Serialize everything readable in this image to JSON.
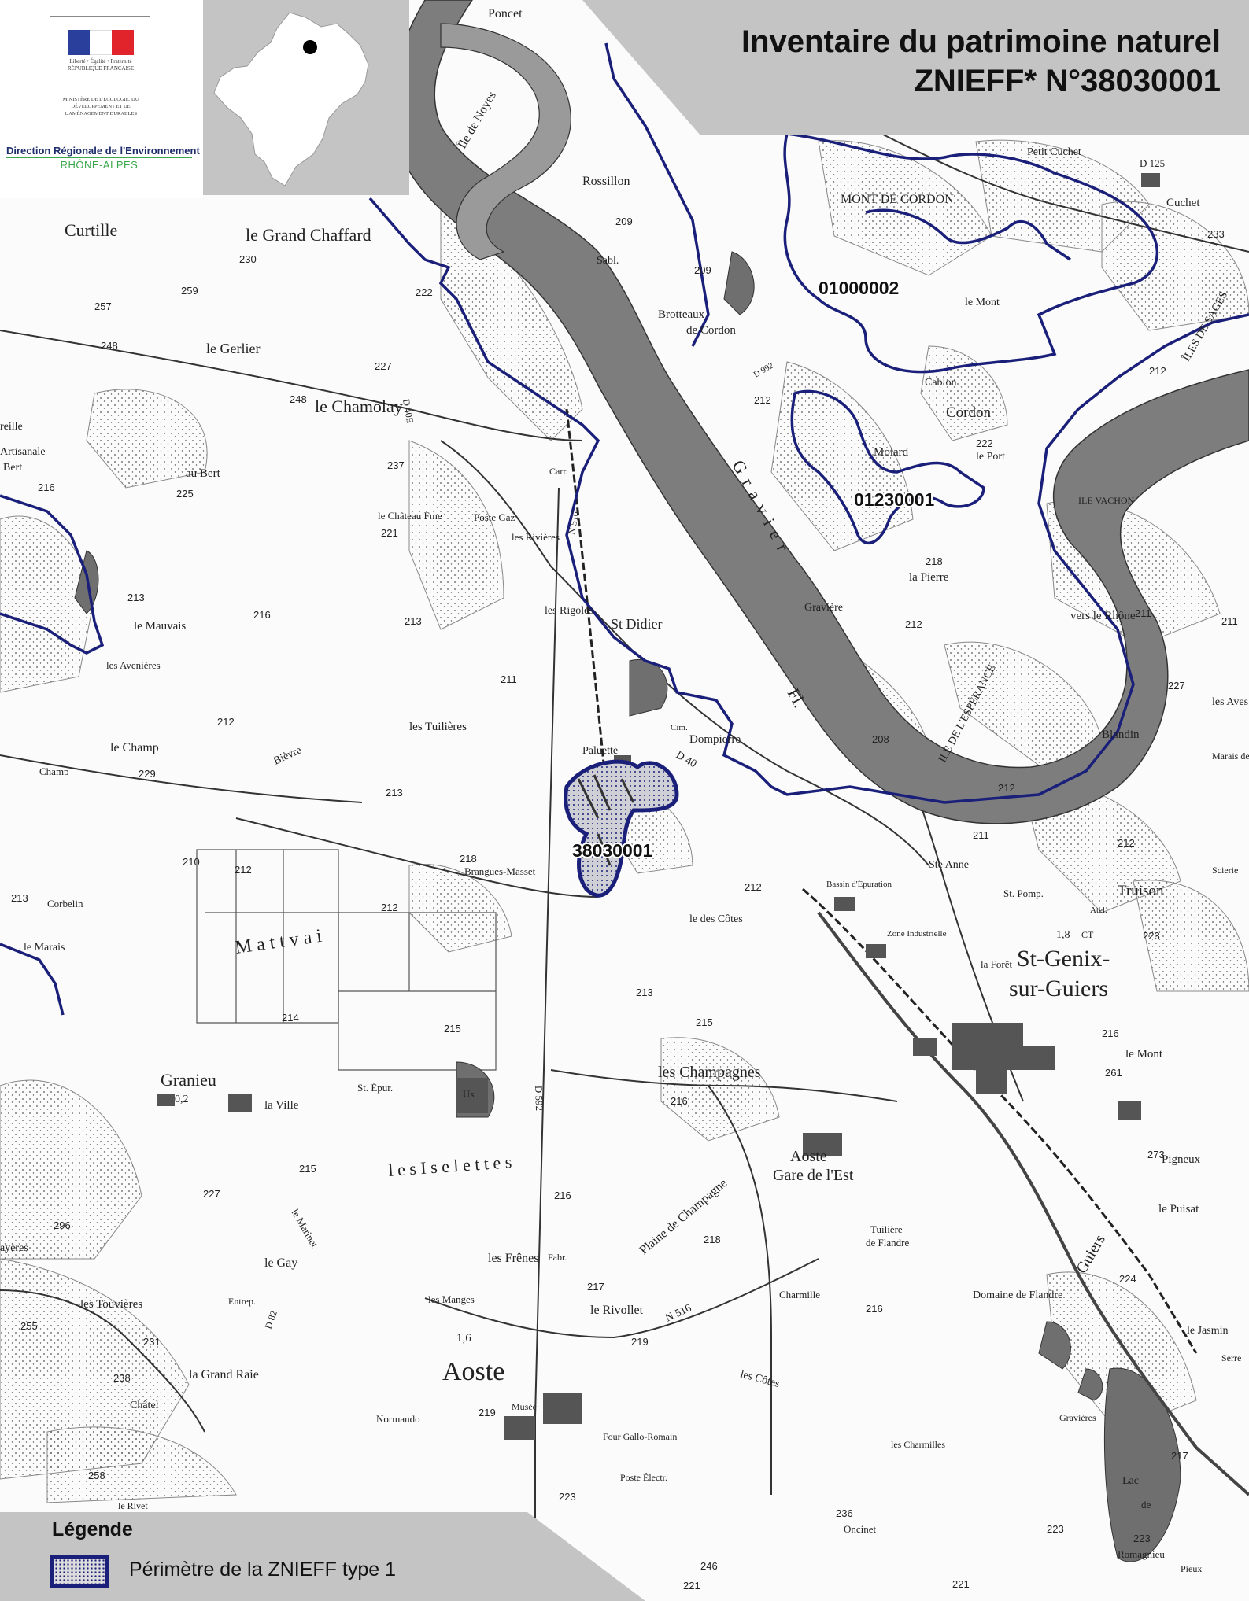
{
  "header": {
    "title_line1": "Inventaire du patrimoine naturel",
    "title_line2": "ZNIEFF*  N°38030001"
  },
  "logo": {
    "motto": "Liberté • Égalité • Fraternité",
    "republic": "RÉPUBLIQUE FRANÇAISE",
    "ministry": "MINISTÈRE DE L'ÉCOLOGIE, DU DÉVELOPPEMENT ET DE L'AMÉNAGEMENT DURABLES",
    "direction": "Direction Régionale de l'Environnement",
    "region": "RHÔNE-ALPES",
    "flag_colors": [
      "#2a3e9c",
      "#ffffff",
      "#e1242b"
    ]
  },
  "zones": {
    "main": "38030001",
    "z2": "01000002",
    "z3": "01230001"
  },
  "places": {
    "poncet": "Poncet",
    "ile_noyes": "Île de Noyes",
    "rossillon": "Rossillon",
    "sabl": "Sabl.",
    "brotteaux": "Brotteaux",
    "de_cordon": "de Cordon",
    "curtille": "Curtille",
    "grand_chaffard": "le Grand Chaffard",
    "le_gerlier": "le Gerlier",
    "le_chamolay": "le Chamolay",
    "mont_cordon": "MONT DE CORDON",
    "petit_cuchet": "Petit Cuchet",
    "cuchet": "Cuchet",
    "le_mont_top": "le Mont",
    "ile_sages": "ÎLES DE SAGES",
    "cordon": "Cordon",
    "cablon": "Cablon",
    "molard": "Molard",
    "le_port": "le Port",
    "ile_vachon": "ILE VACHON",
    "gravier_label": "Gravier",
    "graviere": "Gravière",
    "la_pierre": "la Pierre",
    "vers_rhone": "vers le Rhône",
    "les_aves": "les Aves",
    "blandin": "Blandin",
    "ile_esperance": "ILE DE L'ESPÉRANCE",
    "fleuve": "Fl.",
    "au_bert": "au Bert",
    "chateau_fme": "le Château Fme",
    "poste_gaz": "Poste Gaz",
    "les_rivieres": "les Rivières",
    "carr": "Carr.",
    "st_didier": "St Didier",
    "les_rigoles": "les Rigoles",
    "le_mauvais": "le Mauvais",
    "les_avenieres": "les Avenières",
    "le_champ": "le Champ",
    "les_tuilieres": "les Tuilières",
    "paluette": "Paluette",
    "dompierre": "Dompierre",
    "cim": "Cim.",
    "bievre": "Bièvre",
    "brangues_masset": "Brangues-Masset",
    "le_marais": "le Marais",
    "corbelin": "Corbelin",
    "champ_label": "Champ",
    "mattvai": "M a t t v a i",
    "st_anne": "Ste Anne",
    "st_pomp": "St. Pomp.",
    "truison": "Truison",
    "zone_ind": "Zone Industrielle",
    "la_foret": "la Forêt",
    "st_genix": "St-Genix-",
    "sur_guiers": "sur-Guiers",
    "bassin": "Bassin d'Épuration",
    "atel": "Atel.",
    "ct": "CT",
    "ct_val": "1,8",
    "les_cotes": "le des Côtes",
    "les_champagnes": "les Champagnes",
    "granieu": "Granieu",
    "granieu_val": "0,2",
    "la_ville": "la Ville",
    "st_epur": "St. Épur.",
    "les_iselettes": "l e s   I s e l e t t e s",
    "plaine_champagne": "Plaine de Champagne",
    "aoste_gare": "Aoste",
    "gare_est": "Gare de l'Est",
    "tuiliere": "Tuilière",
    "de_flandre": "de Flandre",
    "le_gay": "le Gay",
    "le_marinet": "le Marinet",
    "les_touvieres": "les Touvières",
    "entrep": "Entrep.",
    "grand_raie": "la Grand Raie",
    "chatel": "Châtel",
    "normand": "Normando",
    "les_frenes": "les Frênes",
    "les_manges": "les Manges",
    "le_rivollet": "le Rivollet",
    "charmille": "Charmille",
    "domaine_flandre": "Domaine de Flandre",
    "aoste": "Aoste",
    "aoste_val": "1,6",
    "musee": "Musée",
    "four_gallo": "Four Gallo-Romain",
    "poste_electr": "Poste Électr.",
    "les_charmilles": "les Charmilles",
    "les_cotes2": "les Côtes",
    "le_mont": "le Mont",
    "pigneux": "Pigneux",
    "le_puisat": "le Puisat",
    "le_jasmin": "le Jasmin",
    "guiers": "Guiers",
    "lac": "Lac",
    "de": "de",
    "romagnieu": "Romagnieu",
    "oncinet": "Oncinet",
    "le_rivet": "le Rivet",
    "pieux": "Pieux",
    "artisanale": "Artisanale",
    "bert": "Bert",
    "reille": "reille",
    "scierie": "Scierie",
    "serre": "Serre",
    "ayeres": "ayères",
    "us": "Us",
    "fabr": "Fabr.",
    "gravieres_lo": "Gravières",
    "marais_r": "Marais de Truison"
  },
  "roads": {
    "d40": "D 40",
    "d40e": "D 40E",
    "d592": "D 592",
    "n516": "N 516",
    "d82": "D 82",
    "d125": "D 125",
    "n516_b": "N 516",
    "d992": "D 992"
  },
  "elevations": {
    "e1": "230",
    "e2": "257",
    "e3": "259",
    "e4": "248",
    "e5": "222",
    "e6": "227",
    "e7": "248",
    "e8": "216",
    "e9": "225",
    "e10": "221",
    "e11": "237",
    "e12": "213",
    "e13": "216",
    "e14": "213",
    "e15": "212",
    "e16": "229",
    "e17": "213",
    "e18": "211",
    "e19": "210",
    "e20": "212",
    "e21": "213",
    "e22": "218",
    "e23": "212",
    "e24": "214",
    "e25": "215",
    "e26": "213",
    "e27": "215",
    "e28": "216",
    "e29": "216",
    "e30": "218",
    "e31": "217",
    "e32": "216",
    "e33": "219",
    "e34": "223",
    "e35": "236",
    "e36": "221",
    "e37": "209",
    "e38": "209",
    "e39": "212",
    "e40": "208",
    "e41": "212",
    "e42": "211",
    "e43": "212",
    "e44": "223",
    "e45": "224",
    "e46": "217",
    "e47": "273",
    "e48": "261",
    "e49": "227",
    "e50": "296",
    "e51": "255",
    "e52": "258",
    "e53": "231",
    "e54": "215",
    "e55": "227",
    "e56": "211",
    "e57": "218",
    "e58": "212",
    "e59": "212",
    "e60": "216",
    "e61": "212",
    "e62": "211",
    "e63": "219",
    "e64": "222",
    "e65": "223",
    "e66": "221",
    "e67": "223",
    "e68": "246",
    "e69": "238",
    "e70": "233"
  },
  "legend": {
    "title": "Légende",
    "item": "Périmètre de la ZNIEFF type 1"
  },
  "colors": {
    "boundary": "#1a1f7a",
    "water": "#7d7d7d",
    "panel": "#c4c4c4"
  }
}
